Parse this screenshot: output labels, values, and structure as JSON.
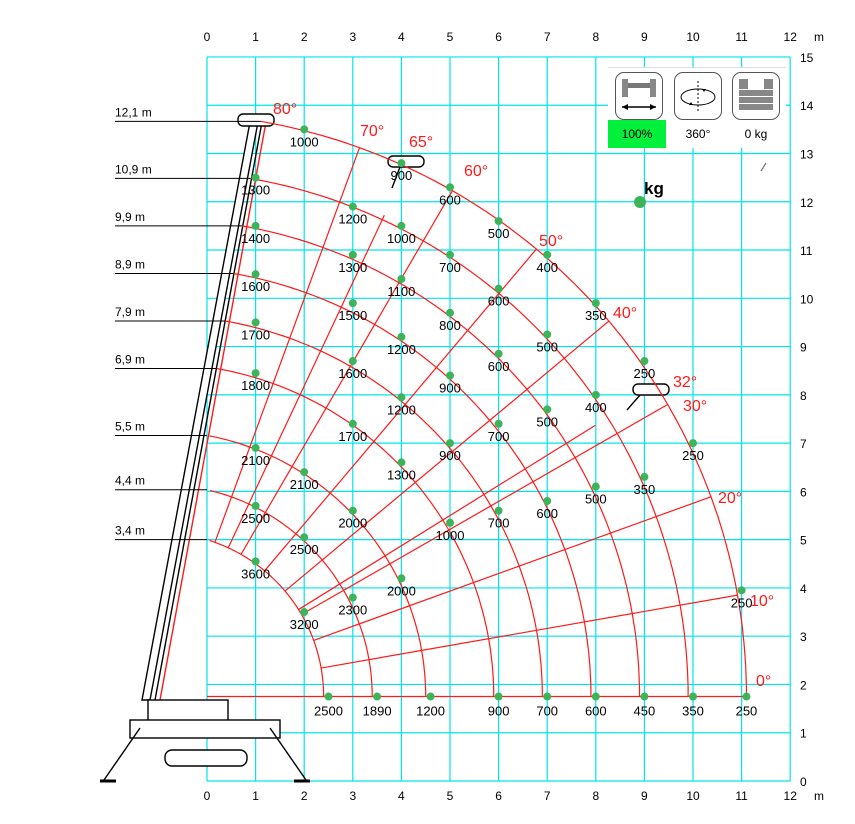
{
  "axes": {
    "x_ticks": [
      "0",
      "1",
      "2",
      "3",
      "4",
      "5",
      "6",
      "7",
      "8",
      "9",
      "10",
      "11",
      "12"
    ],
    "y_ticks": [
      "0",
      "1",
      "2",
      "3",
      "4",
      "5",
      "6",
      "7",
      "8",
      "9",
      "10",
      "11",
      "12",
      "13",
      "14",
      "15"
    ],
    "unit": "m"
  },
  "legend": {
    "outrigger_label": "100%",
    "rotation_label": "360°",
    "counterweight_label": "0 kg",
    "kg_marker_label": "kg",
    "active_color": "#00f03c"
  },
  "colors": {
    "grid": "#00e5ee",
    "curves": "#ff1a1a",
    "dots": "#3cb45a"
  },
  "chart_data": {
    "type": "load-chart",
    "pivot_m": [
      -1,
      1.75
    ],
    "boom_lengths": [
      {
        "label": "12,1 m",
        "r": 12.1
      },
      {
        "label": "10,9 m",
        "r": 10.9
      },
      {
        "label": "9,9 m",
        "r": 9.9
      },
      {
        "label": "8,9 m",
        "r": 8.9
      },
      {
        "label": "7,9 m",
        "r": 7.9
      },
      {
        "label": "6,9 m",
        "r": 6.9
      },
      {
        "label": "5,5 m",
        "r": 5.5
      },
      {
        "label": "4,4 m",
        "r": 4.4
      },
      {
        "label": "3,4 m",
        "r": 3.4
      }
    ],
    "angles": [
      {
        "label": "80°",
        "deg": 80
      },
      {
        "label": "70°",
        "deg": 70
      },
      {
        "label": "65°",
        "deg": 65
      },
      {
        "label": "60°",
        "deg": 60
      },
      {
        "label": "50°",
        "deg": 50
      },
      {
        "label": "40°",
        "deg": 40
      },
      {
        "label": "32°",
        "deg": 32
      },
      {
        "label": "30°",
        "deg": 30
      },
      {
        "label": "20°",
        "deg": 20
      },
      {
        "label": "10°",
        "deg": 10
      },
      {
        "label": "0°",
        "deg": 0
      }
    ],
    "points": [
      {
        "x": 2,
        "y": 13.5,
        "load": "1000"
      },
      {
        "x": 4,
        "y": 12.8,
        "load": "900"
      },
      {
        "x": 5,
        "y": 12.3,
        "load": "600"
      },
      {
        "x": 6,
        "y": 11.6,
        "load": "500"
      },
      {
        "x": 7,
        "y": 10.9,
        "load": "400"
      },
      {
        "x": 8,
        "y": 9.9,
        "load": "350"
      },
      {
        "x": 9,
        "y": 8.7,
        "load": "250"
      },
      {
        "x": 10,
        "y": 7.0,
        "load": "250"
      },
      {
        "x": 11,
        "y": 3.95,
        "load": "250"
      },
      {
        "x": 11.1,
        "y": 1.75,
        "load": "250"
      },
      {
        "x": 1,
        "y": 12.5,
        "load": "1300"
      },
      {
        "x": 3,
        "y": 11.9,
        "load": "1200"
      },
      {
        "x": 4,
        "y": 11.5,
        "load": "1000"
      },
      {
        "x": 5,
        "y": 10.9,
        "load": "700"
      },
      {
        "x": 6,
        "y": 10.2,
        "load": "600"
      },
      {
        "x": 7,
        "y": 9.25,
        "load": "500"
      },
      {
        "x": 8,
        "y": 8.0,
        "load": "400"
      },
      {
        "x": 9,
        "y": 6.3,
        "load": "350"
      },
      {
        "x": 10,
        "y": 1.75,
        "load": "350"
      },
      {
        "x": 1,
        "y": 11.5,
        "load": "1400"
      },
      {
        "x": 3,
        "y": 10.9,
        "load": "1300"
      },
      {
        "x": 4,
        "y": 10.4,
        "load": "1100"
      },
      {
        "x": 5,
        "y": 9.7,
        "load": "800"
      },
      {
        "x": 6,
        "y": 8.85,
        "load": "600"
      },
      {
        "x": 7,
        "y": 7.7,
        "load": "500"
      },
      {
        "x": 8,
        "y": 6.1,
        "load": "500"
      },
      {
        "x": 9,
        "y": 1.75,
        "load": "450"
      },
      {
        "x": 1,
        "y": 10.5,
        "load": "1600"
      },
      {
        "x": 3,
        "y": 9.9,
        "load": "1500"
      },
      {
        "x": 4,
        "y": 9.2,
        "load": "1200"
      },
      {
        "x": 5,
        "y": 8.4,
        "load": "900"
      },
      {
        "x": 6,
        "y": 7.4,
        "load": "700"
      },
      {
        "x": 7,
        "y": 5.8,
        "load": "600"
      },
      {
        "x": 8,
        "y": 1.75,
        "load": "600"
      },
      {
        "x": 1,
        "y": 9.5,
        "load": "1700"
      },
      {
        "x": 3,
        "y": 8.7,
        "load": "1600"
      },
      {
        "x": 4,
        "y": 7.95,
        "load": "1200"
      },
      {
        "x": 5,
        "y": 7.0,
        "load": "900"
      },
      {
        "x": 6,
        "y": 5.6,
        "load": "700"
      },
      {
        "x": 7,
        "y": 1.75,
        "load": "700"
      },
      {
        "x": 1,
        "y": 8.45,
        "load": "1800"
      },
      {
        "x": 3,
        "y": 7.4,
        "load": "1700"
      },
      {
        "x": 4,
        "y": 6.6,
        "load": "1300"
      },
      {
        "x": 5,
        "y": 5.35,
        "load": "1000"
      },
      {
        "x": 6,
        "y": 1.75,
        "load": "900"
      },
      {
        "x": 1,
        "y": 6.9,
        "load": "2100"
      },
      {
        "x": 2,
        "y": 6.4,
        "load": "2100"
      },
      {
        "x": 3,
        "y": 5.6,
        "load": "2000"
      },
      {
        "x": 4,
        "y": 4.2,
        "load": "2000"
      },
      {
        "x": 4.6,
        "y": 1.75,
        "load": "1200"
      },
      {
        "x": 1,
        "y": 5.7,
        "load": "2500"
      },
      {
        "x": 2,
        "y": 5.05,
        "load": "2500"
      },
      {
        "x": 3,
        "y": 3.8,
        "load": "2300"
      },
      {
        "x": 3.5,
        "y": 1.75,
        "load": "1890"
      },
      {
        "x": 1,
        "y": 4.55,
        "load": "3600"
      },
      {
        "x": 2,
        "y": 3.5,
        "load": "3200"
      },
      {
        "x": 2.5,
        "y": 1.75,
        "load": "2500"
      }
    ]
  }
}
